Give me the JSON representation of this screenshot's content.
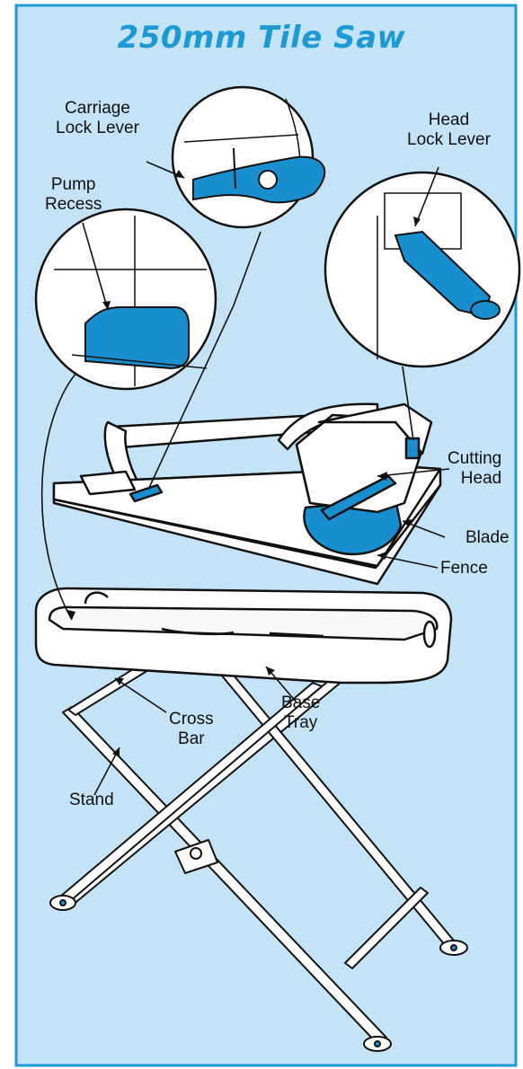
{
  "title": "250mm Tile Saw",
  "colors": {
    "background": "#c5e3f6",
    "frame": "#1d9ad6",
    "accent_blue": "#1a8fd0",
    "line": "#111111",
    "part_fill": "#ffffff"
  },
  "labels": {
    "carriage_lock_lever": [
      "Carriage",
      "Lock Lever"
    ],
    "head_lock_lever": [
      "Head",
      "Lock Lever"
    ],
    "pump_recess": [
      "Pump",
      "Recess"
    ],
    "cutting_head": [
      "Cutting",
      "Head"
    ],
    "blade": "Blade",
    "fence": "Fence",
    "base_tray": [
      "Base",
      "Tray"
    ],
    "cross_bar": [
      "Cross",
      "Bar"
    ],
    "stand": "Stand"
  }
}
